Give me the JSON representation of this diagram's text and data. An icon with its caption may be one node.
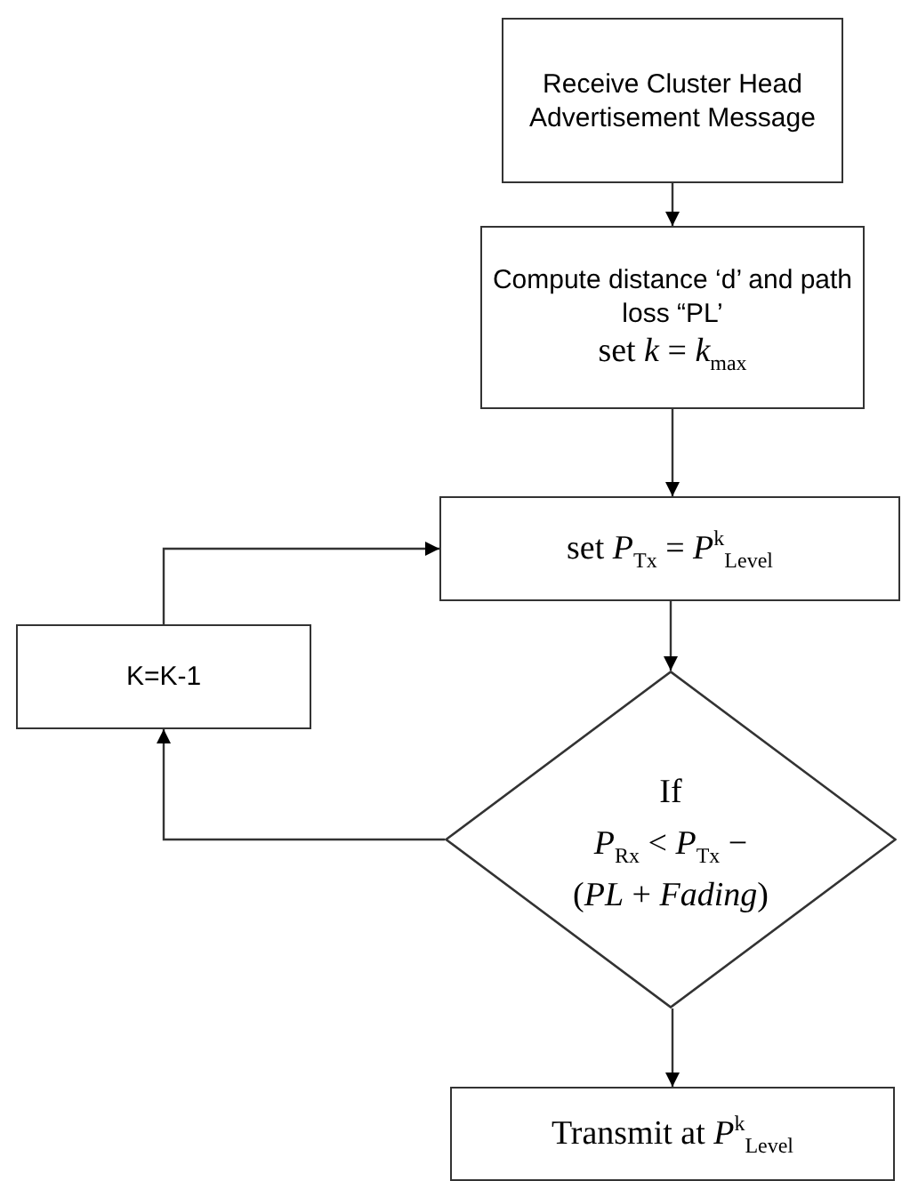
{
  "diagram": {
    "nodes": [
      {
        "text": [
          "Receive Cluster Head Advertisement Message"
        ]
      },
      {
        "text": [
          "Compute distance ‘d’ and path loss “PL’",
          "set *k* = *k*$_{max}$"
        ]
      },
      {
        "text": [
          "set  *P*$_{Tx}$ = *P*$^{k}$$_{Level}$"
        ]
      },
      {
        "text": [
          "K=K-1"
        ]
      },
      {
        "text": [
          "If",
          "*P*$_{Rx}$ < *P*$_{Tx}$ −",
          "(*PL* + *Fading*)"
        ]
      },
      {
        "text": [
          "Transmit at *P*$^{k}$$_{Level}$"
        ]
      }
    ],
    "edges": [
      {
        "from": 0,
        "to": 1,
        "arrow": "to"
      },
      {
        "from": 1,
        "to": 2,
        "arrow": "to"
      },
      {
        "from": 2,
        "to": 4,
        "arrow": "to"
      },
      {
        "from": 4,
        "to": 3,
        "arrow": "to"
      },
      {
        "from": 3,
        "to": 2,
        "arrow": "to"
      },
      {
        "from": 4,
        "to": 5,
        "arrow": "to"
      }
    ]
  }
}
